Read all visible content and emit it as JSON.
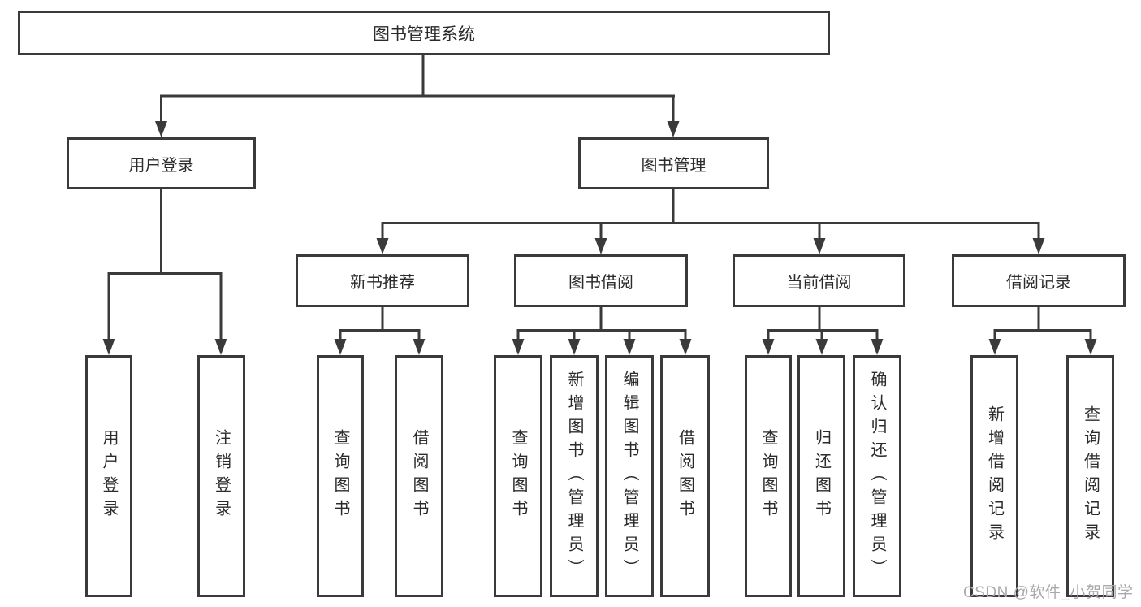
{
  "diagram": {
    "tree": {
      "label": "图书管理系统",
      "children": [
        {
          "label": "用户登录",
          "children": [
            {
              "label": "用户登录"
            },
            {
              "label": "注销登录"
            }
          ]
        },
        {
          "label": "图书管理",
          "children": [
            {
              "label": "新书推荐",
              "children": [
                {
                  "label": "查询图书"
                },
                {
                  "label": "借阅图书"
                }
              ]
            },
            {
              "label": "图书借阅",
              "children": [
                {
                  "label": "查询图书"
                },
                {
                  "label": "新增图书（管理员）"
                },
                {
                  "label": "编辑图书（管理员）"
                },
                {
                  "label": "借阅图书"
                }
              ]
            },
            {
              "label": "当前借阅",
              "children": [
                {
                  "label": "查询图书"
                },
                {
                  "label": "归还图书"
                },
                {
                  "label": "确认归还（管理员）"
                }
              ]
            },
            {
              "label": "借阅记录",
              "children": [
                {
                  "label": "新增借阅记录"
                },
                {
                  "label": "查询借阅记录"
                }
              ]
            }
          ]
        }
      ]
    },
    "colors": {
      "line": "#3a3a3a",
      "border": "#3a3a3a",
      "text": "#2b2b2b",
      "watermark": "#a9a9a9"
    }
  },
  "watermark": {
    "text": "CSDN @软件_小贺同学"
  }
}
